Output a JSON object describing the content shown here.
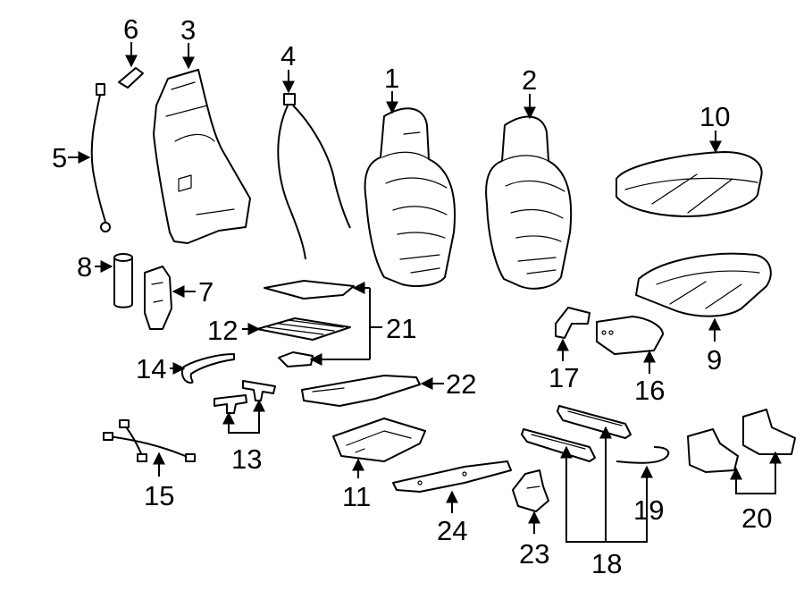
{
  "callouts": {
    "c1": "1",
    "c2": "2",
    "c3": "3",
    "c4": "4",
    "c5": "5",
    "c6": "6",
    "c7": "7",
    "c8": "8",
    "c9": "9",
    "c10": "10",
    "c11": "11",
    "c12": "12",
    "c13": "13",
    "c14": "14",
    "c15": "15",
    "c16": "16",
    "c17": "17",
    "c18": "18",
    "c19": "19",
    "c20": "20",
    "c21": "21",
    "c22": "22",
    "c23": "23",
    "c24": "24"
  },
  "colors": {
    "line": "#000000",
    "background": "#ffffff"
  }
}
